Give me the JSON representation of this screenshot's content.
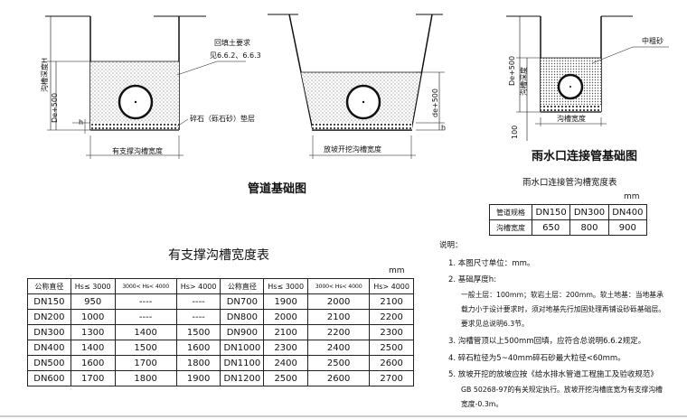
{
  "diagram_left": {
    "title": "管道基础图",
    "label_depth": "沟槽深度H",
    "label_de500": "De+500",
    "label_de500b": "de+500",
    "label_h": "h",
    "label_backfill_1": "回填土要求",
    "label_backfill_2": "见6.6.2、6.6.3",
    "label_gravel": "碎石（砾石砂）垫层",
    "label_support_width": "有支撑沟槽宽度",
    "label_open_width": "放坡开挖沟槽宽度"
  },
  "diagram_right": {
    "title": "雨水口连接管基础图",
    "label_sand": "中粗砂",
    "label_de500": "De+500",
    "label_depth": "沟槽深度",
    "label_width": "沟槽宽度",
    "label_100": "100"
  },
  "rain_table": {
    "title": "雨水口连接管沟槽宽度表",
    "unit": "mm",
    "row1": [
      "管道规格",
      "DN150",
      "DN300",
      "DN400"
    ],
    "row2": [
      "沟槽宽度",
      "650",
      "800",
      "900"
    ]
  },
  "support_table": {
    "title": "有支撑沟槽宽度表",
    "unit": "mm",
    "headers": [
      "公称直径",
      "Hs≤ 3000",
      "3000< Hs< 4000",
      "Hs> 4000",
      "公称直径",
      "Hs≤ 3000",
      "3000< Hs< 4000",
      "Hs> 4000"
    ],
    "rows": [
      [
        "DN150",
        "950",
        "----",
        "----",
        "DN700",
        "1900",
        "2000",
        "2100"
      ],
      [
        "DN200",
        "1000",
        "----",
        "----",
        "DN800",
        "2000",
        "2100",
        "2200"
      ],
      [
        "DN300",
        "1300",
        "1400",
        "1500",
        "DN900",
        "2100",
        "2200",
        "2300"
      ],
      [
        "DN400",
        "1400",
        "1500",
        "1600",
        "DN1000",
        "2300",
        "2400",
        "2500"
      ],
      [
        "DN500",
        "1600",
        "1700",
        "1800",
        "DN1100",
        "2400",
        "2500",
        "2600"
      ],
      [
        "DN600",
        "1700",
        "1800",
        "1900",
        "DN1200",
        "2500",
        "2600",
        "2700"
      ]
    ]
  },
  "notes": {
    "heading": "说明：",
    "n1": "1. 本图尺寸单位：mm。",
    "n2": "2. 基础厚度h:",
    "n2a": "一般土层：100mm；软岩土层：200mm。软土地基：当地基承",
    "n2b": "载力小于设计要求时，须对地基先行加固处理再铺设砂砾基础层。",
    "n2c": "要求见总说明6.3节。",
    "n3": "3. 沟槽管顶以上500mm回填，应符合总说明6.6.2规定。",
    "n4": "4. 碎石粒径为5~40mm碎石砂最大粒径<60mm。",
    "n5": "5. 放坡开挖的放坡应按《给水排水管道工程施工及验收规范》",
    "n5a": "GB  50268-97的有关规定执行。放坡开挖沟槽底宽为有支撑沟槽",
    "n5b": "宽度-0.3m。"
  }
}
